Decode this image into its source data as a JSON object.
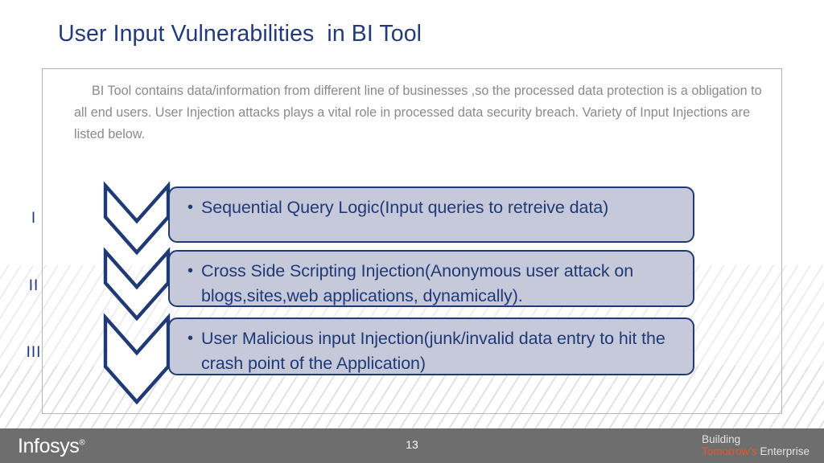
{
  "slide": {
    "title": "User Input Vulnerabilities  in BI Tool",
    "intro": "BI Tool contains data/information from different line of businesses ,so the processed data protection is a obligation to all end users. User Injection attacks plays a vital role in processed data security breach. Variety of Input Injections are listed below."
  },
  "items": [
    {
      "numeral": "I",
      "bullet": "•",
      "text": "Sequential Query Logic(Input queries to retreive data)"
    },
    {
      "numeral": "II",
      "bullet": "•",
      "text": "Cross Side Scripting Injection(Anonymous user attack on blogs,sites,web applications, dynamically)."
    },
    {
      "numeral": "III",
      "bullet": "•",
      "text": "User Malicious input Injection(junk/invalid data entry to hit the crash point of the Application)"
    }
  ],
  "footer": {
    "logo": "Infosys",
    "logo_mark": "®",
    "page_number": "13",
    "tagline_line1": "Building",
    "tagline_orange": "Tomorrow's",
    "tagline_rest": " Enterprise"
  },
  "colors": {
    "title": "#223a7a",
    "accent_navy": "#1f3a77",
    "callout_fill": "#c6c9d9",
    "body_text": "#8a8a8a",
    "footer_bar": "#6e6e6e",
    "tagline_orange": "#e8562a"
  }
}
